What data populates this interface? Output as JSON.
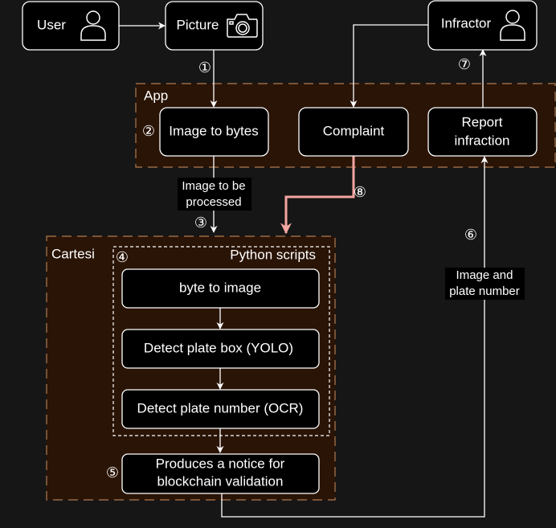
{
  "nodes": {
    "user": "User",
    "picture": "Picture",
    "infractor": "Infractor",
    "image_to_bytes": "Image to bytes",
    "complaint": "Complaint",
    "report_infraction": [
      "Report",
      "infraction"
    ],
    "byte_to_image": "byte to image",
    "detect_plate_box": "Detect plate box (YOLO)",
    "detect_plate_number": "Detect plate number (OCR)",
    "produces_notice": [
      "Produces a notice for",
      "blockchain validation"
    ]
  },
  "zones": {
    "app": "App",
    "cartesi": "Cartesi",
    "python_scripts": "Python scripts"
  },
  "edge_labels": {
    "image_to_be_processed": [
      "Image to be",
      "processed"
    ],
    "image_and_plate": [
      "Image and",
      "plate number"
    ]
  },
  "steps": {
    "s1": "①",
    "s2": "②",
    "s3": "③",
    "s4": "④",
    "s5": "⑤",
    "s6": "⑥",
    "s7": "⑦",
    "s8": "⑧"
  },
  "colors": {
    "background": "#161616",
    "zone_fill": "#2a1406",
    "zone_border": "#b07a50",
    "highlight_arrow": "#f4a6a0"
  },
  "icons": [
    "person-icon",
    "camera-icon"
  ]
}
